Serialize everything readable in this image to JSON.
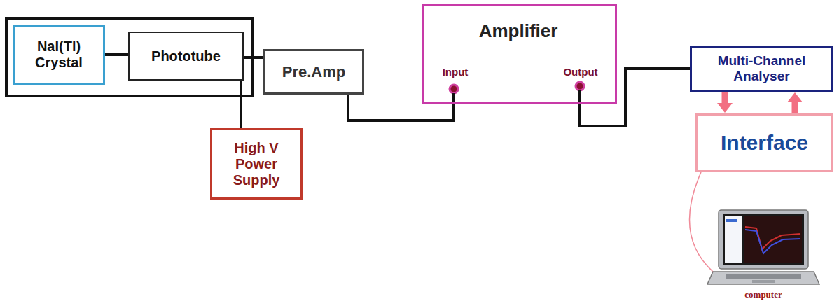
{
  "diagram": {
    "nodes": [
      {
        "text": [
          "NaI(Tl) Crystal"
        ]
      },
      {
        "text": [
          "Phototube"
        ]
      },
      {
        "text": [
          "Pre.Amp"
        ]
      },
      {
        "text": [
          "Amplifier",
          "Input",
          "Output"
        ]
      },
      {
        "text": [
          "Multi-Channel Analyser"
        ]
      },
      {
        "text": [
          "Interface"
        ]
      },
      {
        "text": [
          "High V Power Supply"
        ]
      },
      {
        "text": [
          "computer"
        ]
      }
    ],
    "edges": [
      {
        "from": 0,
        "to": 1,
        "arrow": "none"
      },
      {
        "from": 1,
        "to": 2,
        "arrow": "none"
      },
      {
        "from": 1,
        "to": 6,
        "arrow": "none"
      },
      {
        "from": 2,
        "to": 3,
        "arrow": "none"
      },
      {
        "from": 3,
        "to": 4,
        "arrow": "none"
      },
      {
        "from": 4,
        "to": 5,
        "arrow": "to"
      },
      {
        "from": 5,
        "to": 4,
        "arrow": "to"
      },
      {
        "from": 5,
        "to": 7,
        "arrow": "none"
      }
    ]
  }
}
